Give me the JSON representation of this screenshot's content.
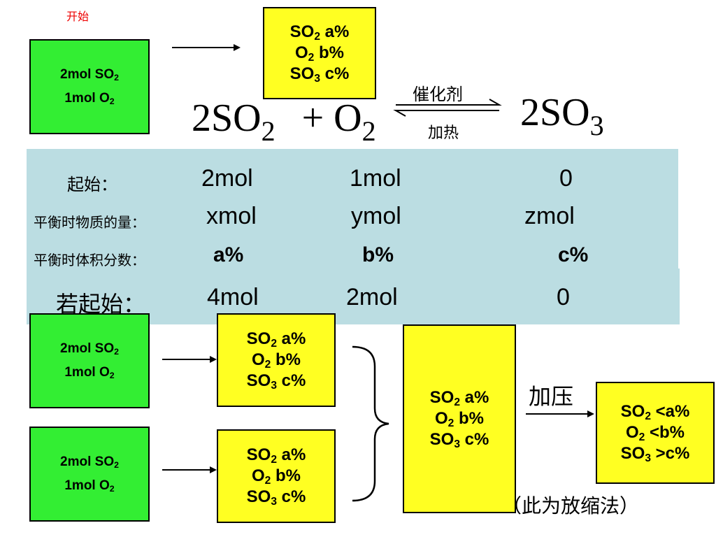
{
  "start_label": "开始",
  "box_green": {
    "so2": "2mol SO",
    "so2_sub": "2",
    "o2": "1mol O",
    "o2_sub": "2"
  },
  "box_yellow": {
    "so2": "SO",
    "so2_sub": "2",
    "so2_val": " a%",
    "o2": "O",
    "o2_sub": "2",
    "o2_val": "  b%",
    "so3": "SO",
    "so3_sub": "3",
    "so3_val": " c%"
  },
  "box_result": {
    "so2": "SO",
    "so2_sub": "2",
    "so2_val": " <a%",
    "o2": "O",
    "o2_sub": "2",
    "o2_val": "  <b%",
    "so3": "SO",
    "so3_sub": "3",
    "so3_val": " >c%"
  },
  "equation": {
    "left1": "2SO",
    "left1_sub": "2",
    "plus": "+ O",
    "left2_sub": "2",
    "right": "2SO",
    "right_sub": "3",
    "catalyst": "催化剂",
    "heat": "加热"
  },
  "table": {
    "row_start": {
      "label": "起始：",
      "v1": "2mol",
      "v2": "1mol",
      "v3": "0"
    },
    "row_equil_amount": {
      "label": "平衡时物质的量：",
      "v1": "xmol",
      "v2": "ymol",
      "v3": "zmol"
    },
    "row_equil_volume": {
      "label": "平衡时体积分数：",
      "v1": "a%",
      "v2": "b%",
      "v3": "c%"
    },
    "row_if_start": {
      "label": "若起始：",
      "v1": "4mol",
      "v2": "2mol",
      "v3": "0"
    }
  },
  "pressurize_label": "加压",
  "method_note": "（此为放缩法）",
  "colors": {
    "green": "#33ee33",
    "yellow": "#ffff22",
    "panel": "#bbdde2",
    "start_label": "#ee0000"
  }
}
